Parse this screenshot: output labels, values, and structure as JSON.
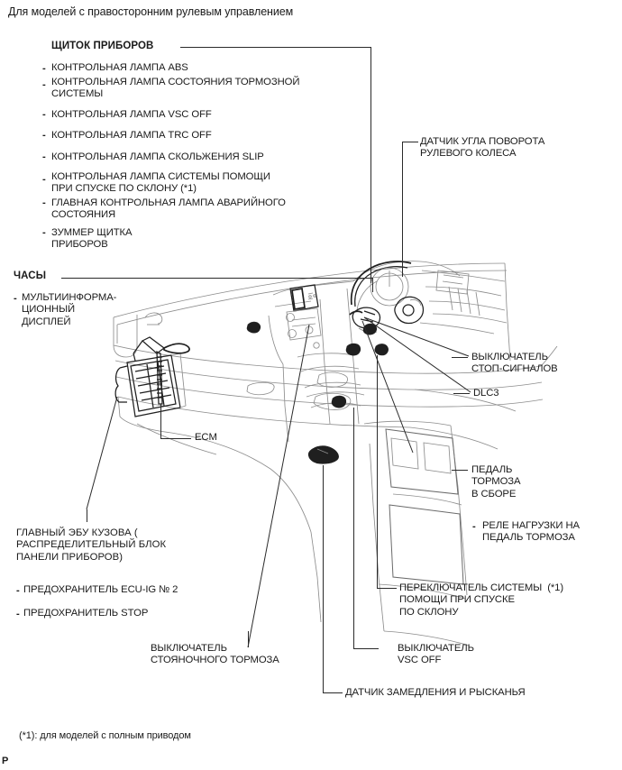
{
  "document": {
    "title": "Для моделей с правосторонним рулевым управлением",
    "footnote": "(*1): для моделей с полным приводом",
    "page_mark": "P"
  },
  "callouts": {
    "instrument_cluster": {
      "heading": "ЩИТОК ПРИБОРОВ",
      "items": [
        "КОНТРОЛЬНАЯ ЛАМПА ABS",
        "КОНТРОЛЬНАЯ ЛАМПА СОСТОЯНИЯ ТОРМОЗНОЙ\nСИСТЕМЫ",
        "КОНТРОЛЬНАЯ ЛАМПА VSC OFF",
        "КОНТРОЛЬНАЯ ЛАМПА TRC OFF",
        "КОНТРОЛЬНАЯ ЛАМПА СКОЛЬЖЕНИЯ SLIP",
        "КОНТРОЛЬНАЯ ЛАМПА СИСТЕМЫ ПОМОЩИ\nПРИ СПУСКЕ ПО СКЛОНУ (*1)",
        "ГЛАВНАЯ КОНТРОЛЬНАЯ ЛАМПА АВАРИЙНОГО\nСОСТОЯНИЯ",
        "ЗУММЕР ЩИТКА\nПРИБОРОВ"
      ]
    },
    "clock": {
      "heading": "ЧАСЫ",
      "items": [
        "МУЛЬТИИНФОРМА-\nЦИОННЫЙ\nДИСПЛЕЙ"
      ]
    },
    "steering_angle_sensor": {
      "label": "ДАТЧИК УГЛА ПОВОРОТА\nРУЛЕВОГО КОЛЕСА"
    },
    "stop_light_switch": {
      "label": "ВЫКЛЮЧАТЕЛЬ\nСТОП-СИГНАЛОВ"
    },
    "dlc3": {
      "label": "DLC3"
    },
    "brake_pedal_assembly": {
      "label": "ПЕДАЛЬ\nТОРМОЗА\nВ СБОРЕ",
      "items": [
        "РЕЛЕ НАГРУЗКИ НА\nПЕДАЛЬ ТОРМОЗА"
      ]
    },
    "ecm": {
      "label": "ECM"
    },
    "body_ecu": {
      "heading": "ГЛАВНЫЙ ЭБУ КУЗОВА (\nРАСПРЕДЕЛИТЕЛЬНЫЙ БЛОК\nПАНЕЛИ ПРИБОРОВ)",
      "items": [
        "ПРЕДОХРАНИТЕЛЬ ECU-IG № 2",
        "ПРЕДОХРАНИТЕЛЬ STOP"
      ]
    },
    "parking_brake_switch": {
      "label": "ВЫКЛЮЧАТЕЛЬ\nСТОЯНОЧНОГО ТОРМОЗА"
    },
    "vsc_off_switch": {
      "label": "ВЫКЛЮЧАТЕЛЬ\nVSC OFF"
    },
    "deceleration_yaw_sensor": {
      "label": "ДАТЧИК ЗАМЕДЛЕНИЯ И РЫСКАНЬЯ"
    },
    "downhill_assist_switch": {
      "label": "ПЕРЕКЛЮЧАТЕЛЬ СИСТЕМЫ  (*1)\nПОМОЩИ ПРИ СПУСКЕ\nПО СКЛОНУ"
    }
  },
  "illustration": {
    "name": "dashboard-line-drawing",
    "description": "Штриховой рисунок панели приборов автомобиля с правосторонним рулевым управлением"
  },
  "colors": {
    "ink": "#1a1a1a",
    "line": "#2a2a2a",
    "art_light": "#8d8d8d",
    "art_dark": "#1f1f1f",
    "background": "#ffffff"
  }
}
